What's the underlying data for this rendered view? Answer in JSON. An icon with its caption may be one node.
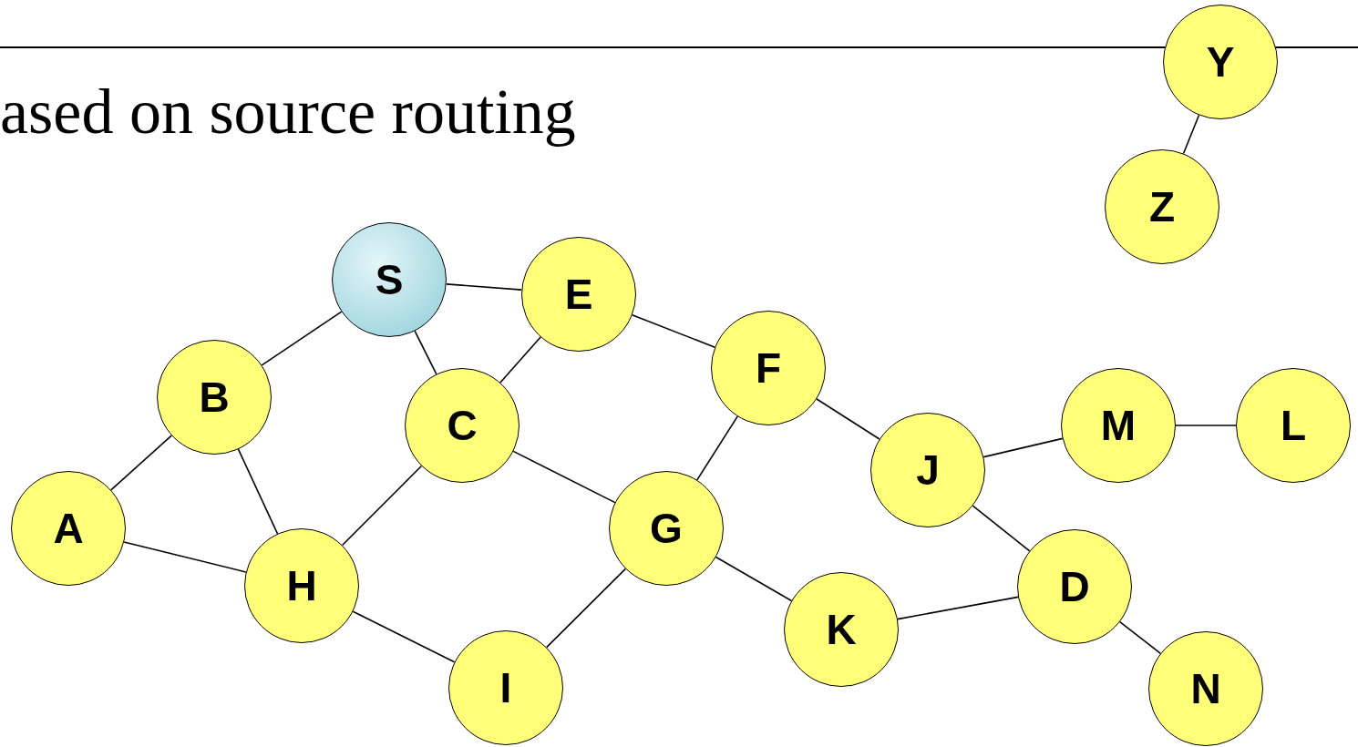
{
  "diagram": {
    "nodes": [
      {
        "text": [
          "Y"
        ]
      },
      {
        "text": [
          "Z"
        ]
      },
      {
        "text": [
          "S"
        ]
      },
      {
        "text": [
          "E"
        ]
      },
      {
        "text": [
          "F"
        ]
      },
      {
        "text": [
          "B"
        ]
      },
      {
        "text": [
          "C"
        ]
      },
      {
        "text": [
          "J"
        ]
      },
      {
        "text": [
          "M"
        ]
      },
      {
        "text": [
          "L"
        ]
      },
      {
        "text": [
          "A"
        ]
      },
      {
        "text": [
          "G"
        ]
      },
      {
        "text": [
          "H"
        ]
      },
      {
        "text": [
          "D"
        ]
      },
      {
        "text": [
          "K"
        ]
      },
      {
        "text": [
          "I"
        ]
      },
      {
        "text": [
          "N"
        ]
      }
    ],
    "edges": [
      {
        "from": 0,
        "to": 1,
        "arrow": "none"
      },
      {
        "from": 2,
        "to": 3,
        "arrow": "none"
      },
      {
        "from": 2,
        "to": 5,
        "arrow": "none"
      },
      {
        "from": 2,
        "to": 6,
        "arrow": "none"
      },
      {
        "from": 3,
        "to": 6,
        "arrow": "none"
      },
      {
        "from": 3,
        "to": 4,
        "arrow": "none"
      },
      {
        "from": 5,
        "to": 10,
        "arrow": "none"
      },
      {
        "from": 5,
        "to": 12,
        "arrow": "none"
      },
      {
        "from": 10,
        "to": 12,
        "arrow": "none"
      },
      {
        "from": 6,
        "to": 12,
        "arrow": "none"
      },
      {
        "from": 6,
        "to": 11,
        "arrow": "none"
      },
      {
        "from": 4,
        "to": 11,
        "arrow": "none"
      },
      {
        "from": 4,
        "to": 7,
        "arrow": "none"
      },
      {
        "from": 7,
        "to": 8,
        "arrow": "none"
      },
      {
        "from": 8,
        "to": 9,
        "arrow": "none"
      },
      {
        "from": 7,
        "to": 13,
        "arrow": "none"
      },
      {
        "from": 12,
        "to": 15,
        "arrow": "none"
      },
      {
        "from": 11,
        "to": 15,
        "arrow": "none"
      },
      {
        "from": 11,
        "to": 14,
        "arrow": "none"
      },
      {
        "from": 14,
        "to": 13,
        "arrow": "none"
      },
      {
        "from": 13,
        "to": 16,
        "arrow": "none"
      }
    ],
    "labels": [
      "ased on source routing"
    ]
  }
}
